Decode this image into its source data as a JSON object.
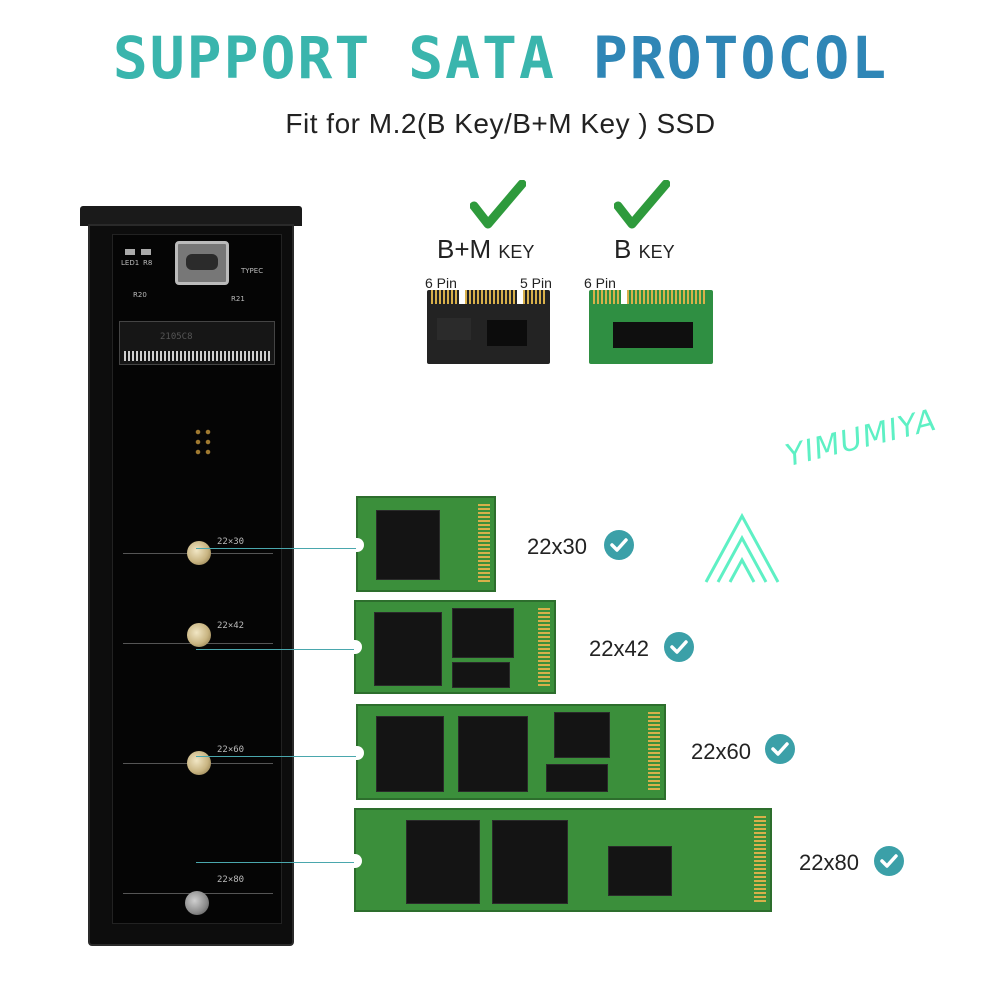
{
  "headline": {
    "word1": "SUPPORT",
    "word2": "SATA",
    "word3": "PROTOCOL"
  },
  "subheadline": "Fit for M.2(B Key/B+M Key ) SSD",
  "enclosure": {
    "silk": {
      "led": "LED1",
      "r8": "R8",
      "typec": "TYPEC",
      "r20": "R20",
      "r21": "R21",
      "socket": "2105C8"
    },
    "marks": [
      "22×30",
      "22×42",
      "22×60",
      "22×80"
    ]
  },
  "keys": [
    {
      "name_main": "B+M",
      "name_small": "KEY",
      "pin_left": "6 Pin",
      "pin_right": "5 Pin"
    },
    {
      "name_main": "B",
      "name_small": "KEY",
      "pin_left": "6 Pin",
      "pin_right": ""
    }
  ],
  "sizes": [
    "22x30",
    "22x42",
    "22x60",
    "22x80"
  ],
  "watermark": "YIMUMIYA",
  "colors": {
    "teal": "#3ab5ad",
    "blue": "#2f86b6",
    "badge": "#3ba0a8",
    "check_green": "#2e9a3c",
    "watermark": "#5ef0c4"
  }
}
